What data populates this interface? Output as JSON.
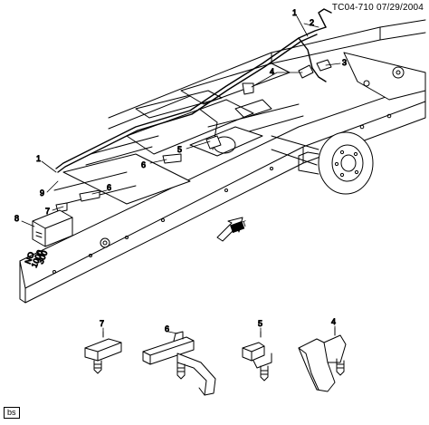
{
  "header": {
    "ref": "TC04-710",
    "date": "07/29/2004"
  },
  "footer_tag": "bs",
  "direction_arrow": "FRT",
  "callouts": {
    "c1a": "1",
    "c1b": "1",
    "c2": "2",
    "c3": "3",
    "c4a": "4",
    "c4b": "4",
    "c5a": "5",
    "c5b": "5",
    "c6a": "6",
    "c6b": "6",
    "c6c": "6",
    "c7a": "7",
    "c7b": "7",
    "c8": "8",
    "c9": "9"
  },
  "frame_stamp": [
    "NO",
    "1000",
    "300"
  ]
}
